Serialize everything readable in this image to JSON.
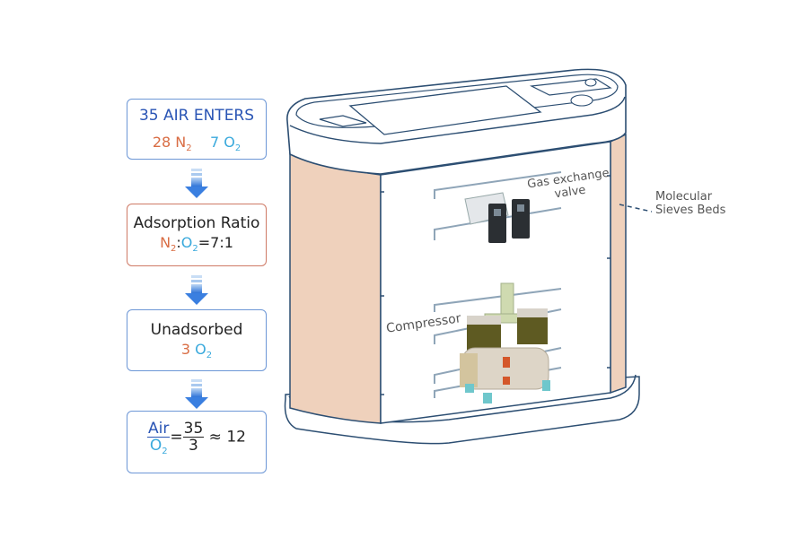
{
  "flow": {
    "step1": {
      "title": "35 AIR ENTERS",
      "n2_count": "28 N",
      "n2_sub": "2",
      "o2_count": "7 O",
      "o2_sub": "2"
    },
    "step2": {
      "title": "Adsorption Ratio",
      "n": "N",
      "n_sub": "2",
      "colon": ":",
      "o": "O",
      "o_sub": "2",
      "ratio": "=7:1"
    },
    "step3": {
      "title": "Unadsorbed",
      "count": "3",
      "o": " O",
      "o_sub": "2"
    },
    "step4": {
      "num1": "Air",
      "den1": "O",
      "den1_sub": "2",
      "eq": "=",
      "num2": "35",
      "den2": "3",
      "approx": "≈ 12"
    }
  },
  "device_labels": {
    "gas_valve_line1": "Gas exchange",
    "gas_valve_line2": "valve",
    "molecular_line1": "Molecular",
    "molecular_line2": "Sieves Beds",
    "compressor": "Compressor"
  },
  "colors": {
    "accent_blue": "#2a55b5",
    "nitrogen": "#d96d44",
    "oxygen": "#39a9dc",
    "sieve_bed": "#efd1bc",
    "outline": "#2c4e72"
  }
}
